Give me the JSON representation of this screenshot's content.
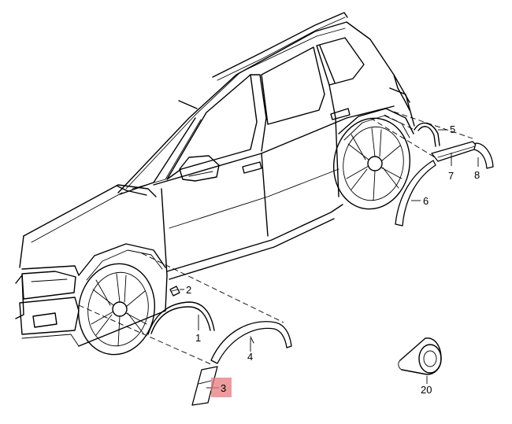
{
  "callouts": [
    {
      "id": "1",
      "label": "1"
    },
    {
      "id": "2",
      "label": "2"
    },
    {
      "id": "3",
      "label": "3",
      "highlighted": true
    },
    {
      "id": "4",
      "label": "4"
    },
    {
      "id": "5",
      "label": "5"
    },
    {
      "id": "6",
      "label": "6"
    },
    {
      "id": "7",
      "label": "7"
    },
    {
      "id": "8",
      "label": "8"
    },
    {
      "id": "20",
      "label": "20"
    }
  ],
  "colors": {
    "line": "#000000",
    "highlight": "#e8797e",
    "background": "#ffffff"
  }
}
